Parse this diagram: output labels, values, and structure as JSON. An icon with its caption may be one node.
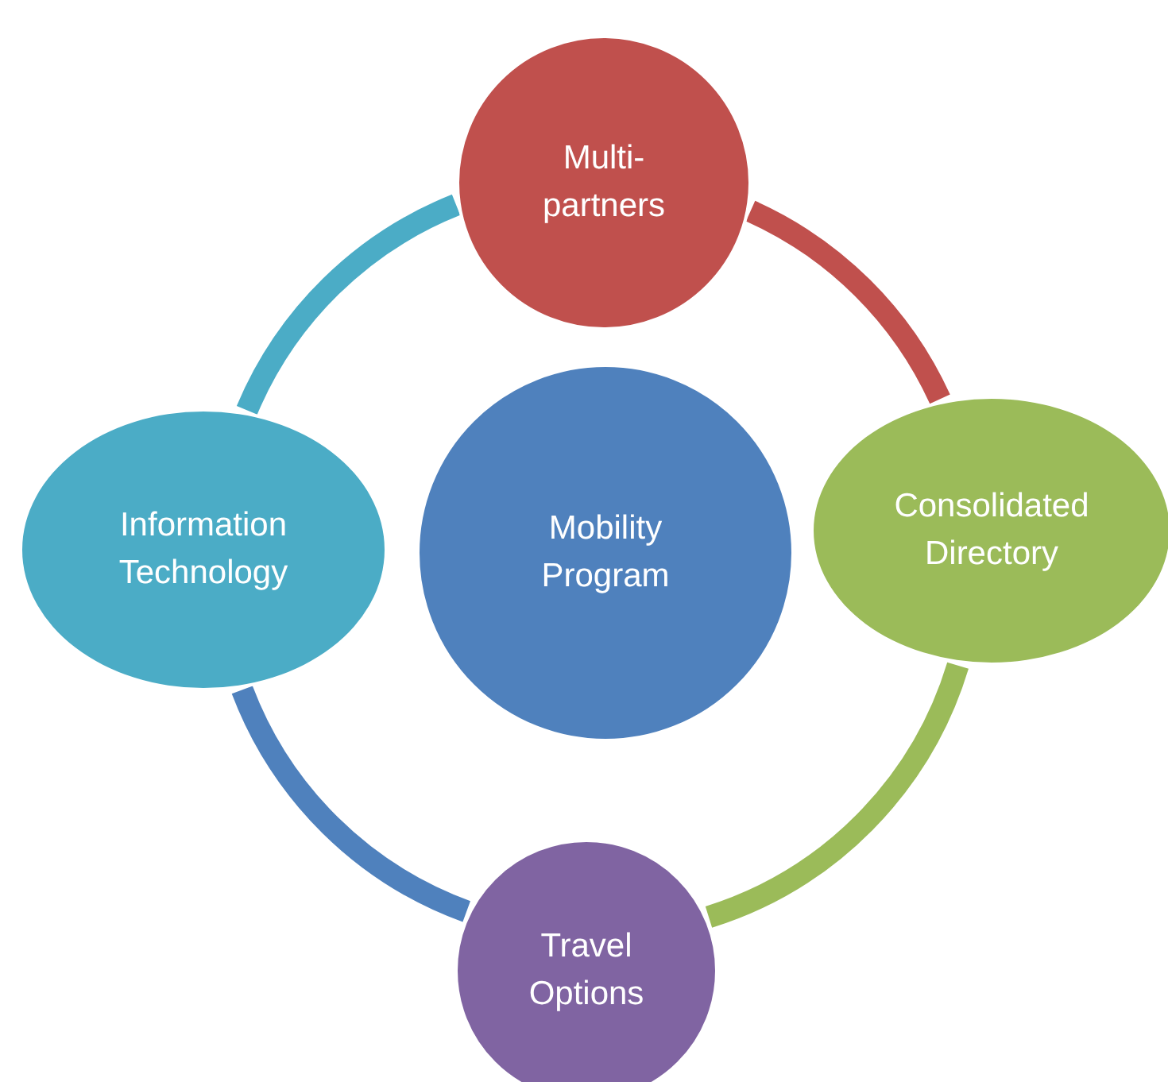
{
  "diagram": {
    "nodes": [
      {
        "text": [
          "Multi-partners"
        ]
      },
      {
        "text": [
          "Information Technology"
        ]
      },
      {
        "text": [
          "Mobility Program"
        ]
      },
      {
        "text": [
          "Consolidated Directory"
        ]
      },
      {
        "text": [
          "Travel Options"
        ]
      }
    ],
    "edges": [
      {
        "from": 0,
        "to": 3,
        "arrow": "none",
        "color": "#c0504d"
      },
      {
        "from": 3,
        "to": 4,
        "arrow": "none",
        "color": "#9bbb59"
      },
      {
        "from": 4,
        "to": 1,
        "arrow": "none",
        "color": "#4f81bd"
      },
      {
        "from": 1,
        "to": 0,
        "arrow": "none",
        "color": "#4bacc6"
      }
    ]
  }
}
